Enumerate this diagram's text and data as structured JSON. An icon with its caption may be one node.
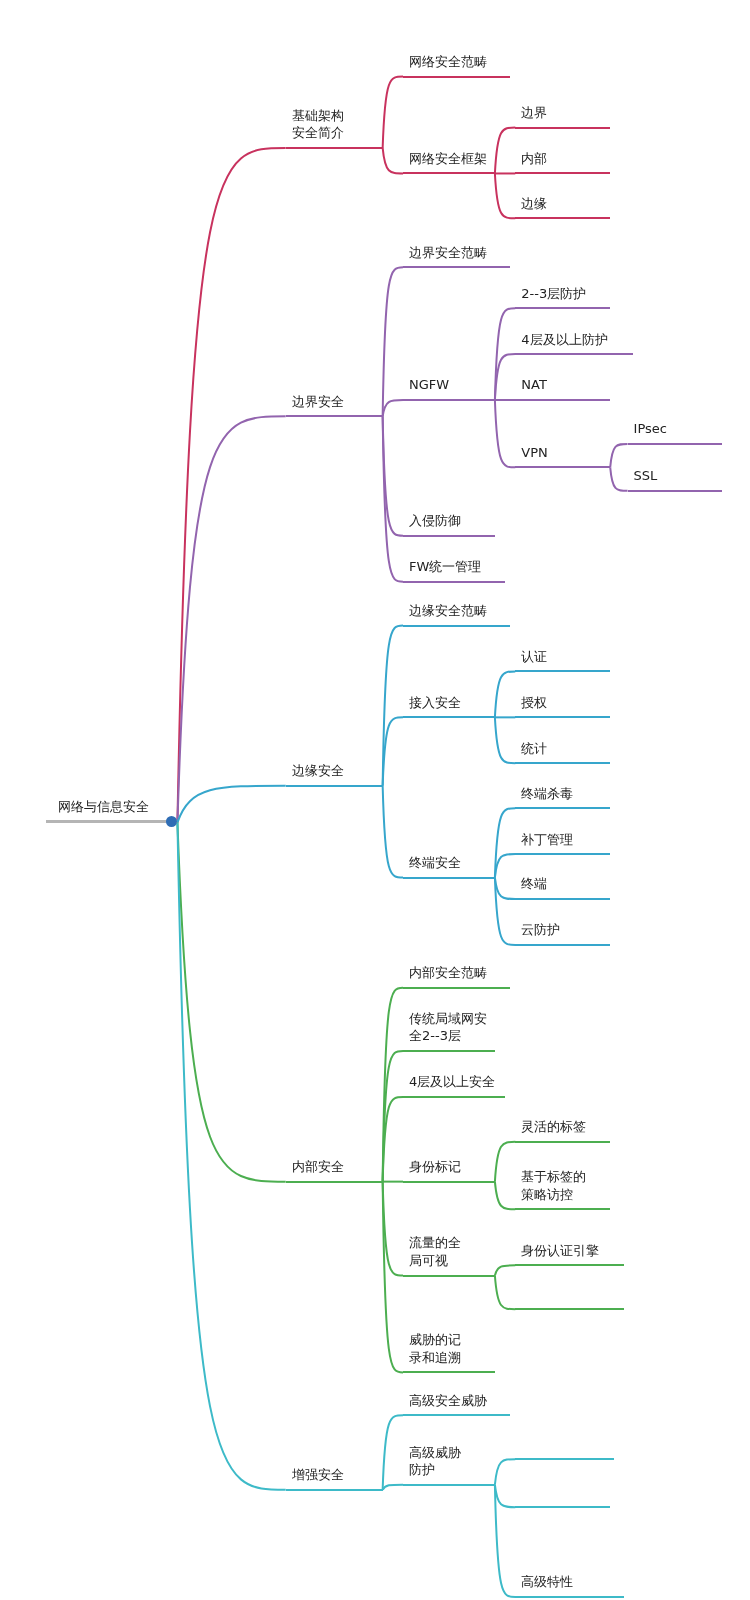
{
  "diagram": {
    "nodes": [
      {
        "text": [
          "网络与信息安全"
        ]
      },
      {
        "text": [
          "基础架构安全简介"
        ]
      },
      {
        "text": [
          "网络安全范畴"
        ]
      },
      {
        "text": [
          "网络安全框架"
        ]
      },
      {
        "text": [
          "边界"
        ]
      },
      {
        "text": [
          "内部"
        ]
      },
      {
        "text": [
          "边缘"
        ]
      },
      {
        "text": [
          "边界安全"
        ]
      },
      {
        "text": [
          "边界安全范畴"
        ]
      },
      {
        "text": [
          "NGFW"
        ]
      },
      {
        "text": [
          "2--3层防护"
        ]
      },
      {
        "text": [
          "4层及以上防护"
        ]
      },
      {
        "text": [
          "NAT"
        ]
      },
      {
        "text": [
          "VPN"
        ]
      },
      {
        "text": [
          "IPsec"
        ]
      },
      {
        "text": [
          "SSL"
        ]
      },
      {
        "text": [
          "入侵防御"
        ]
      },
      {
        "text": [
          "FW统一管理"
        ]
      },
      {
        "text": [
          "边缘安全"
        ]
      },
      {
        "text": [
          "边缘安全范畴"
        ]
      },
      {
        "text": [
          "接入安全"
        ]
      },
      {
        "text": [
          "认证"
        ]
      },
      {
        "text": [
          "授权"
        ]
      },
      {
        "text": [
          "统计"
        ]
      },
      {
        "text": [
          "终端安全"
        ]
      },
      {
        "text": [
          "终端杀毒"
        ]
      },
      {
        "text": [
          "补丁管理"
        ]
      },
      {
        "text": [
          "终端"
        ]
      },
      {
        "text": [
          "云防护"
        ]
      },
      {
        "text": [
          "内部安全"
        ]
      },
      {
        "text": [
          "内部安全范畴"
        ]
      },
      {
        "text": [
          "传统局域网安全2--3层"
        ]
      },
      {
        "text": [
          "4层及以上安全"
        ]
      },
      {
        "text": [
          "身份标记"
        ]
      },
      {
        "text": [
          "灵活的标签"
        ]
      },
      {
        "text": [
          "基于标签的策略访控"
        ]
      },
      {
        "text": [
          "流量的全局可视"
        ]
      },
      {
        "text": [
          "身份认证引擎"
        ]
      },
      {
        "text": [],
        "shape": "line"
      },
      {
        "text": [
          "威胁的记录和追溯"
        ]
      },
      {
        "text": [
          "增强安全"
        ]
      },
      {
        "text": [
          "高级安全威胁"
        ]
      },
      {
        "text": [
          "高级威胁防护"
        ]
      },
      {
        "text": [],
        "shape": "line"
      },
      {
        "text": [],
        "shape": "line"
      },
      {
        "text": [
          "高级特性"
        ]
      }
    ],
    "edges": [
      {
        "from": 0,
        "to": 1,
        "arrow": "none",
        "color": "#c8325e"
      },
      {
        "from": 1,
        "to": 2,
        "arrow": "none",
        "color": "#c8325e"
      },
      {
        "from": 1,
        "to": 3,
        "arrow": "none",
        "color": "#c8325e"
      },
      {
        "from": 3,
        "to": 4,
        "arrow": "none",
        "color": "#c8325e"
      },
      {
        "from": 3,
        "to": 5,
        "arrow": "none",
        "color": "#c8325e"
      },
      {
        "from": 3,
        "to": 6,
        "arrow": "none",
        "color": "#c8325e"
      },
      {
        "from": 0,
        "to": 7,
        "arrow": "none",
        "color": "#9264ae"
      },
      {
        "from": 7,
        "to": 8,
        "arrow": "none",
        "color": "#9264ae"
      },
      {
        "from": 7,
        "to": 9,
        "arrow": "none",
        "color": "#9264ae"
      },
      {
        "from": 9,
        "to": 10,
        "arrow": "none",
        "color": "#9264ae"
      },
      {
        "from": 9,
        "to": 11,
        "arrow": "none",
        "color": "#9264ae"
      },
      {
        "from": 9,
        "to": 12,
        "arrow": "none",
        "color": "#9264ae"
      },
      {
        "from": 9,
        "to": 13,
        "arrow": "none",
        "color": "#9264ae"
      },
      {
        "from": 13,
        "to": 14,
        "arrow": "none",
        "color": "#9264ae"
      },
      {
        "from": 13,
        "to": 15,
        "arrow": "none",
        "color": "#9264ae"
      },
      {
        "from": 7,
        "to": 16,
        "arrow": "none",
        "color": "#9264ae"
      },
      {
        "from": 7,
        "to": 17,
        "arrow": "none",
        "color": "#9264ae"
      },
      {
        "from": 0,
        "to": 18,
        "arrow": "none",
        "color": "#36a6cc"
      },
      {
        "from": 18,
        "to": 19,
        "arrow": "none",
        "color": "#36a6cc"
      },
      {
        "from": 18,
        "to": 20,
        "arrow": "none",
        "color": "#36a6cc"
      },
      {
        "from": 20,
        "to": 21,
        "arrow": "none",
        "color": "#36a6cc"
      },
      {
        "from": 20,
        "to": 22,
        "arrow": "none",
        "color": "#36a6cc"
      },
      {
        "from": 20,
        "to": 23,
        "arrow": "none",
        "color": "#36a6cc"
      },
      {
        "from": 18,
        "to": 24,
        "arrow": "none",
        "color": "#36a6cc"
      },
      {
        "from": 24,
        "to": 25,
        "arrow": "none",
        "color": "#36a6cc"
      },
      {
        "from": 24,
        "to": 26,
        "arrow": "none",
        "color": "#36a6cc"
      },
      {
        "from": 24,
        "to": 27,
        "arrow": "none",
        "color": "#36a6cc"
      },
      {
        "from": 24,
        "to": 28,
        "arrow": "none",
        "color": "#36a6cc"
      },
      {
        "from": 0,
        "to": 29,
        "arrow": "none",
        "color": "#4cae50"
      },
      {
        "from": 29,
        "to": 30,
        "arrow": "none",
        "color": "#4cae50"
      },
      {
        "from": 29,
        "to": 31,
        "arrow": "none",
        "color": "#4cae50"
      },
      {
        "from": 29,
        "to": 32,
        "arrow": "none",
        "color": "#4cae50"
      },
      {
        "from": 29,
        "to": 33,
        "arrow": "none",
        "color": "#4cae50"
      },
      {
        "from": 33,
        "to": 34,
        "arrow": "none",
        "color": "#4cae50"
      },
      {
        "from": 33,
        "to": 35,
        "arrow": "none",
        "color": "#4cae50"
      },
      {
        "from": 29,
        "to": 36,
        "arrow": "none",
        "color": "#4cae50"
      },
      {
        "from": 36,
        "to": 37,
        "arrow": "none",
        "color": "#4cae50"
      },
      {
        "from": 36,
        "to": 38,
        "arrow": "none",
        "color": "#4cae50"
      },
      {
        "from": 29,
        "to": 39,
        "arrow": "none",
        "color": "#4cae50"
      },
      {
        "from": 0,
        "to": 40,
        "arrow": "none",
        "color": "#3dbac8"
      },
      {
        "from": 40,
        "to": 41,
        "arrow": "none",
        "color": "#3dbac8"
      },
      {
        "from": 40,
        "to": 42,
        "arrow": "none",
        "color": "#3dbac8"
      },
      {
        "from": 42,
        "to": 43,
        "arrow": "none",
        "color": "#3dbac8"
      },
      {
        "from": 42,
        "to": 44,
        "arrow": "none",
        "color": "#3dbac8"
      },
      {
        "from": 42,
        "to": 45,
        "arrow": "none",
        "color": "#3dbac8"
      }
    ]
  }
}
